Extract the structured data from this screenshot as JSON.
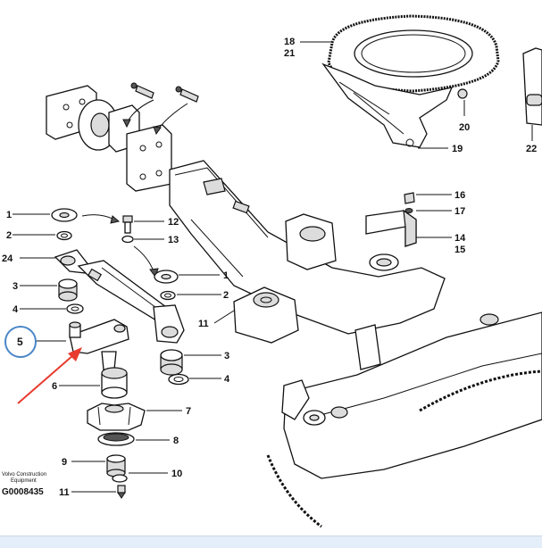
{
  "callouts": [
    {
      "id": "c1a",
      "text": "1"
    },
    {
      "id": "c2a",
      "text": "2"
    },
    {
      "id": "c24",
      "text": "24"
    },
    {
      "id": "c3a",
      "text": "3"
    },
    {
      "id": "c4a",
      "text": "4"
    },
    {
      "id": "c5",
      "text": "5"
    },
    {
      "id": "c6",
      "text": "6"
    },
    {
      "id": "c7",
      "text": "7"
    },
    {
      "id": "c8",
      "text": "8"
    },
    {
      "id": "c9",
      "text": "9"
    },
    {
      "id": "c10",
      "text": "10"
    },
    {
      "id": "c11b",
      "text": "11"
    },
    {
      "id": "c12",
      "text": "12"
    },
    {
      "id": "c13",
      "text": "13"
    },
    {
      "id": "c1b",
      "text": "1"
    },
    {
      "id": "c2b",
      "text": "2"
    },
    {
      "id": "c11a",
      "text": "11"
    },
    {
      "id": "c3b",
      "text": "3"
    },
    {
      "id": "c4b",
      "text": "4"
    },
    {
      "id": "c16",
      "text": "16"
    },
    {
      "id": "c17",
      "text": "17"
    },
    {
      "id": "c14",
      "text": "14"
    },
    {
      "id": "c15",
      "text": "15"
    },
    {
      "id": "c18",
      "text": "18"
    },
    {
      "id": "c21",
      "text": "21"
    },
    {
      "id": "c20",
      "text": "20"
    },
    {
      "id": "c19",
      "text": "19"
    },
    {
      "id": "c22",
      "text": "22"
    }
  ],
  "caption": {
    "line1": "Volvo Construction",
    "line2": "Equipment",
    "code": "G0008435"
  },
  "colors": {
    "highlight_circle": "#4a86c8",
    "arrow": "#e83a2e",
    "bottom_bar": "#e4eef8"
  }
}
